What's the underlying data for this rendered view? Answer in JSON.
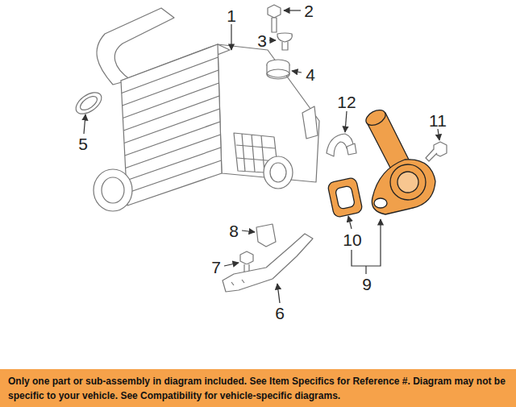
{
  "diagram": {
    "nodes": [
      {
        "text": [
          "Only one part or sub-assembly in diagram included. See Item Specifics for Reference #. Diagram may not be specific to your vehicle. See Compatibility for vehicle-specific diagrams."
        ]
      }
    ],
    "labels": [
      "1",
      "2",
      "3",
      "4",
      "5",
      "12",
      "11",
      "8",
      "10",
      "7",
      "9",
      "6"
    ]
  }
}
